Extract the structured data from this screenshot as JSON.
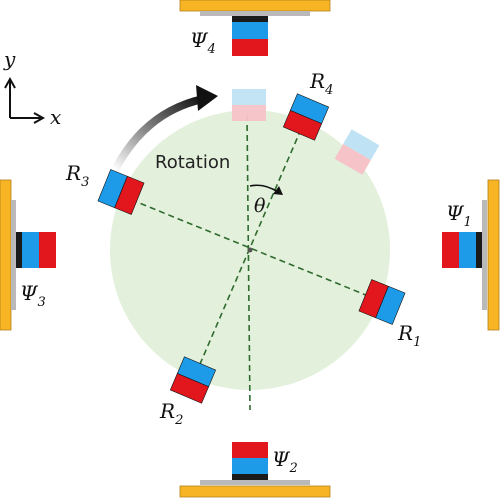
{
  "axes": {
    "y_label": "y",
    "x_label": "x"
  },
  "annotations": {
    "rotation": "Rotation",
    "theta": "θ"
  },
  "stations": {
    "psi1": {
      "symbol": "Ψ",
      "sub": "1"
    },
    "psi2": {
      "symbol": "Ψ",
      "sub": "2"
    },
    "psi3": {
      "symbol": "Ψ",
      "sub": "3"
    },
    "psi4": {
      "symbol": "Ψ",
      "sub": "4"
    }
  },
  "rotors": {
    "r1": {
      "symbol": "R",
      "sub": "1"
    },
    "r2": {
      "symbol": "R",
      "sub": "2"
    },
    "r3": {
      "symbol": "R",
      "sub": "3"
    },
    "r4": {
      "symbol": "R",
      "sub": "4"
    }
  },
  "colors": {
    "disc": "#e3f1dc",
    "magnet_blue": "#1e9be8",
    "magnet_red": "#e2161d",
    "ghost_blue": "#bfe3f5",
    "ghost_red": "#f6c3c8",
    "plate_orange": "#f7b526",
    "plate_gray": "#b9b9b9",
    "backing_black": "#1a1a1a",
    "dash": "#2f6a2f"
  }
}
